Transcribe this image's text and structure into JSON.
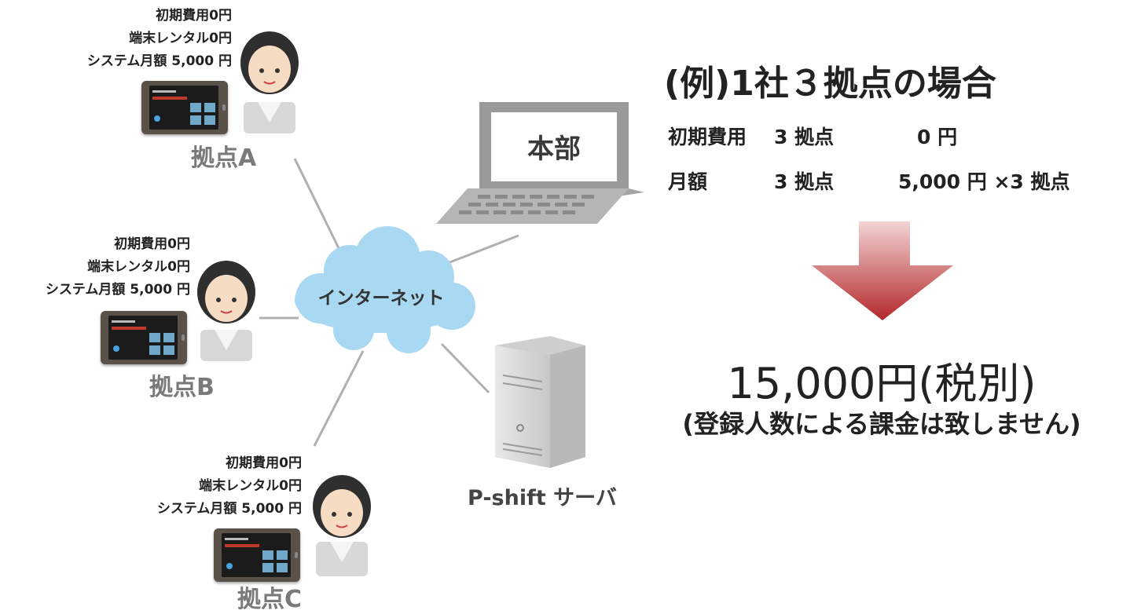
{
  "colors": {
    "cloud": "#a8d8f2",
    "arrow_top": "#f3d4d4",
    "arrow_bottom": "#b3282b",
    "connector": "#b0b0b0",
    "site_label": "#7a7a7a"
  },
  "sites": [
    {
      "name": "拠点A",
      "cost_lines": [
        "初期費用0円",
        "端末レンタル0円",
        "システム月額 5,000 円"
      ]
    },
    {
      "name": "拠点B",
      "cost_lines": [
        "初期費用0円",
        "端末レンタル0円",
        "システム月額 5,000 円"
      ]
    },
    {
      "name": "拠点C",
      "cost_lines": [
        "初期費用0円",
        "端末レンタル0円",
        "システム月額 5,000 円"
      ]
    }
  ],
  "network": {
    "cloud_label": "インターネット",
    "hq_label": "本部",
    "server_label": "P-shift サーバ"
  },
  "example": {
    "title": "(例)1社３拠点の場合",
    "rows": [
      {
        "label": "初期費用",
        "count": "3 拠点",
        "value": "0 円"
      },
      {
        "label": "月額",
        "count": "3 拠点",
        "value": "5,000 円 ×3 拠点"
      }
    ],
    "total": "15,000円(税別)",
    "note": "(登録人数による課金は致しません)"
  }
}
